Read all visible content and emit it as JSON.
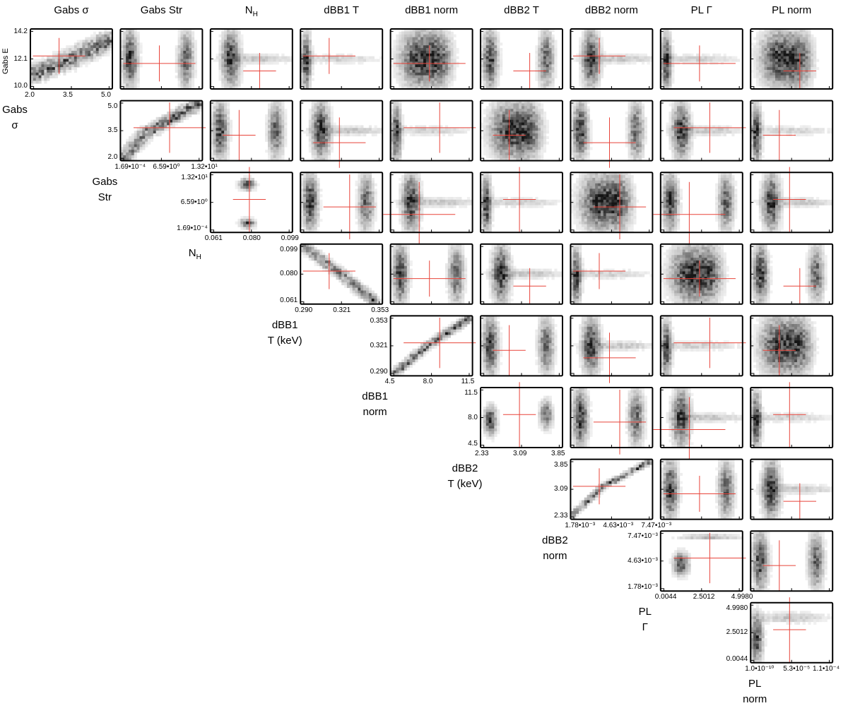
{
  "figure": {
    "column_headers": [
      "Gabs σ",
      "Gabs Str",
      "N_H",
      "dBB1 T",
      "dBB1 norm",
      "dBB2 T",
      "dBB2 norm",
      "PL Γ",
      "PL norm"
    ],
    "row0_ylabel": "Gabs E",
    "row0_yticks": [
      "14.2",
      "12.1",
      "10.0"
    ],
    "diagonal_labels": [
      [
        "Gabs",
        "σ"
      ],
      [
        "Gabs",
        "Str"
      ],
      [
        "N_H",
        ""
      ],
      [
        "dBB1",
        "T (keV)"
      ],
      [
        "dBB1",
        "norm"
      ],
      [
        "dBB2",
        "T (keV)"
      ],
      [
        "dBB2",
        "norm"
      ],
      [
        "PL",
        "Γ"
      ],
      [
        "PL",
        "norm"
      ]
    ],
    "colors": {
      "crosshair": "#e8443a",
      "density": "#000000",
      "frame": "#000000"
    }
  },
  "chart_data": {
    "type": "heatmap",
    "description_kind": "corner-plot",
    "parameters": [
      {
        "name": "Gabs E",
        "ticks": [
          "10.0",
          "12.1",
          "14.2"
        ],
        "range": [
          10.0,
          14.2
        ]
      },
      {
        "name": "Gabs σ",
        "ticks": [
          "2.0",
          "3.5",
          "5.0"
        ],
        "range": [
          2.0,
          5.0
        ]
      },
      {
        "name": "Gabs Str",
        "ticks": [
          "1.69•10⁻⁴",
          "6.59•10⁰",
          "1.32•10¹"
        ],
        "range": [
          0.000169,
          13.2
        ]
      },
      {
        "name": "N_H",
        "ticks": [
          "0.061",
          "0.080",
          "0.099"
        ],
        "range": [
          0.061,
          0.099
        ]
      },
      {
        "name": "dBB1 T",
        "ticks": [
          "0.290",
          "0.321",
          "0.353"
        ],
        "range": [
          0.29,
          0.353
        ]
      },
      {
        "name": "dBB1 norm",
        "ticks": [
          "4.5",
          "8.0",
          "11.5"
        ],
        "range": [
          4.5,
          11.5
        ]
      },
      {
        "name": "dBB2 T",
        "ticks": [
          "2.33",
          "3.09",
          "3.85"
        ],
        "range": [
          2.33,
          3.85
        ]
      },
      {
        "name": "dBB2 norm",
        "ticks": [
          "1.78•10⁻³",
          "4.63•10⁻³",
          "7.47•10⁻³"
        ],
        "range": [
          0.00178,
          0.00747
        ]
      },
      {
        "name": "PL Γ",
        "ticks": [
          "0.0044",
          "2.5012",
          "4.9980"
        ],
        "range": [
          0.0044,
          4.998
        ]
      },
      {
        "name": "PL norm",
        "ticks": [
          "1.0•10⁻¹⁰",
          "5.3•10⁻⁵",
          "1.1•10⁻⁴"
        ],
        "range": [
          1e-10,
          0.00011
        ]
      }
    ]
  }
}
